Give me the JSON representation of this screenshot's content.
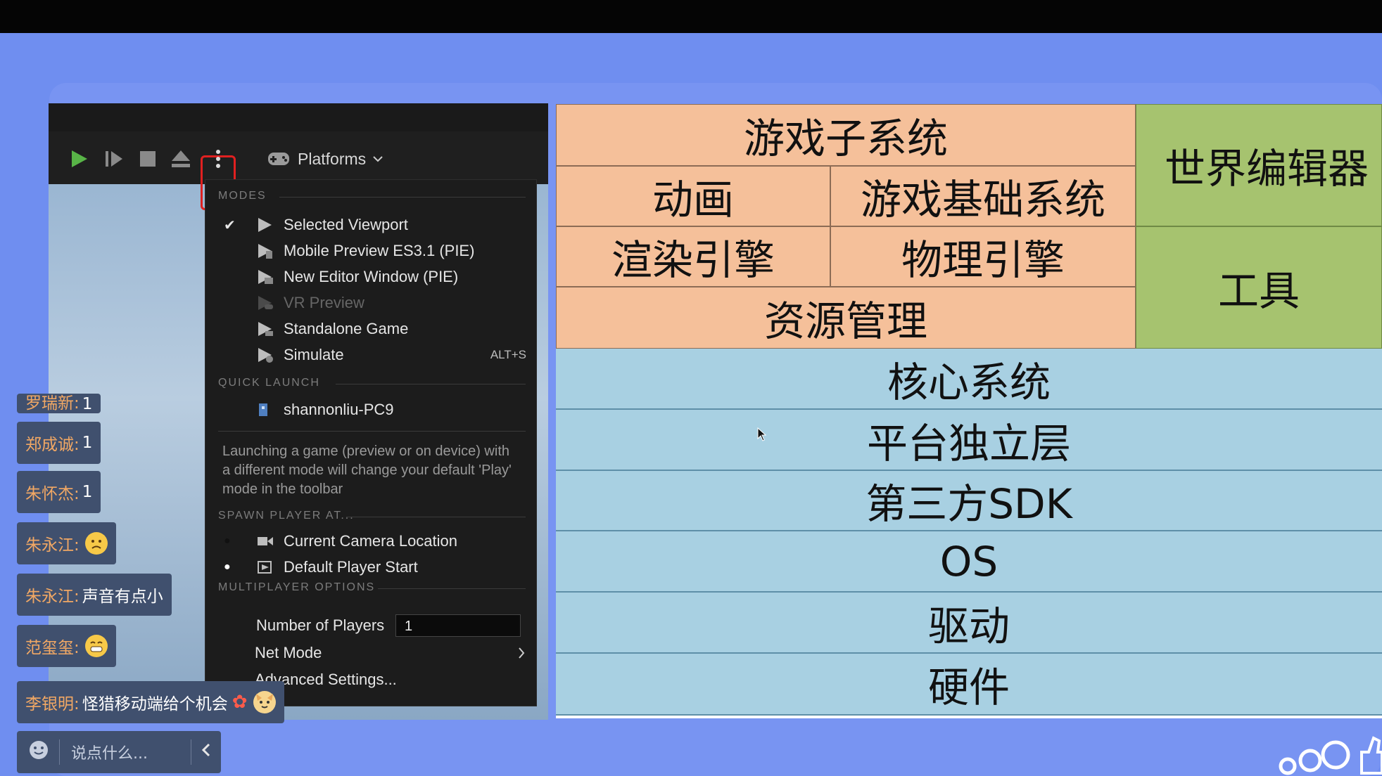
{
  "editor": {
    "platforms_label": "Platforms",
    "menu": {
      "modes_header": "MODES",
      "modes": [
        {
          "label": "Selected Viewport",
          "checked": true,
          "disabled": false,
          "shortcut": ""
        },
        {
          "label": "Mobile Preview ES3.1 (PIE)",
          "checked": false,
          "disabled": false,
          "shortcut": ""
        },
        {
          "label": "New Editor Window (PIE)",
          "checked": false,
          "disabled": false,
          "shortcut": ""
        },
        {
          "label": "VR Preview",
          "checked": false,
          "disabled": true,
          "shortcut": ""
        },
        {
          "label": "Standalone Game",
          "checked": false,
          "disabled": false,
          "shortcut": ""
        },
        {
          "label": "Simulate",
          "checked": false,
          "disabled": false,
          "shortcut": "ALT+S"
        }
      ],
      "quick_launch_header": "QUICK LAUNCH",
      "quick_launch_device": "shannonliu-PC9",
      "description": "Launching a game (preview or on device) with a different mode will change your default 'Play' mode in the toolbar",
      "spawn_header": "SPAWN PLAYER AT...",
      "spawn_options": [
        {
          "label": "Current Camera Location",
          "selected": false
        },
        {
          "label": "Default Player Start",
          "selected": true
        }
      ],
      "multiplayer_header": "MULTIPLAYER OPTIONS",
      "players_label": "Number of Players",
      "players_value": "1",
      "net_mode_label": "Net Mode",
      "advanced_label": "Advanced Settings..."
    }
  },
  "chat": {
    "messages": [
      {
        "name": "罗瑞新:",
        "text": "1",
        "emoji": ""
      },
      {
        "name": "郑成诚:",
        "text": "1",
        "emoji": ""
      },
      {
        "name": "朱怀杰:",
        "text": "1",
        "emoji": ""
      },
      {
        "name": "朱永江:",
        "text": "",
        "emoji": "sad-face"
      },
      {
        "name": "朱永江:",
        "text": "声音有点小",
        "emoji": ""
      },
      {
        "name": "范玺玺:",
        "text": "",
        "emoji": "grin-face"
      },
      {
        "name": "李银明:",
        "text": "怪猎移动端给个机会",
        "emoji": "flower,cat-face"
      }
    ],
    "input_placeholder": "说点什么..."
  },
  "diagram": {
    "game_subsystem": "游戏子系统",
    "animation": "动画",
    "game_foundation": "游戏基础系统",
    "render_engine": "渲染引擎",
    "physics_engine": "物理引擎",
    "resource_management": "资源管理",
    "world_editor": "世界编辑器",
    "tools": "工具",
    "layers": [
      "核心系统",
      "平台独立层",
      "第三方SDK",
      "OS",
      "驱动",
      "硬件"
    ],
    "colors": {
      "orange": "#f5c09a",
      "green": "#a6c36f",
      "blue": "#a8d0e2"
    }
  }
}
